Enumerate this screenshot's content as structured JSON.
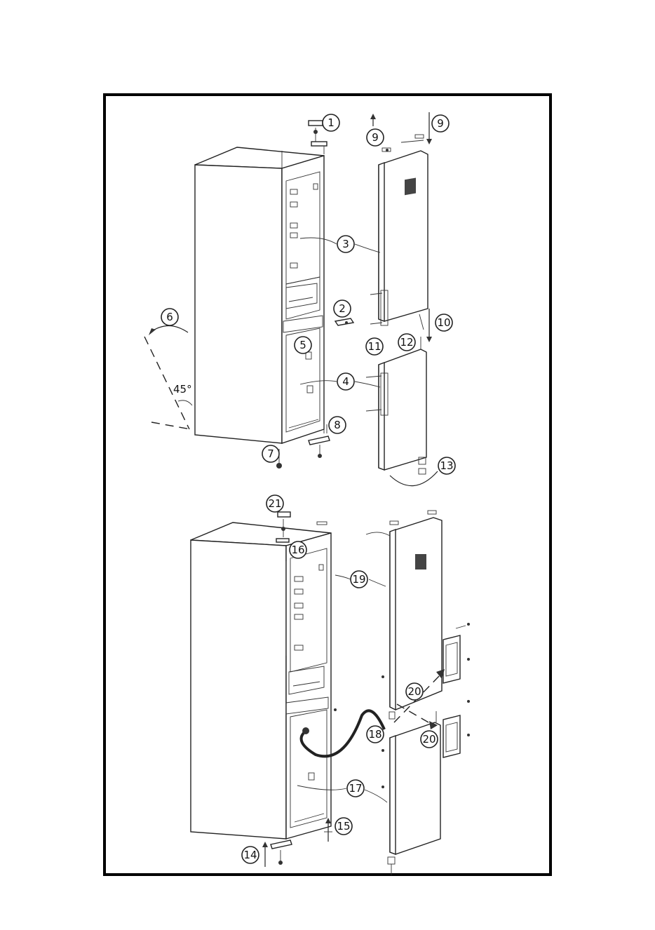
{
  "diagram": {
    "angle_label": "45°",
    "callouts": [
      "1",
      "2",
      "3",
      "4",
      "5",
      "6",
      "7",
      "8",
      "9",
      "9",
      "10",
      "11",
      "12",
      "13",
      "14",
      "15",
      "16",
      "17",
      "18",
      "19",
      "20",
      "20",
      "21"
    ]
  },
  "colors": {
    "line": "#222222",
    "frame": "#000000",
    "background": "#ffffff"
  }
}
